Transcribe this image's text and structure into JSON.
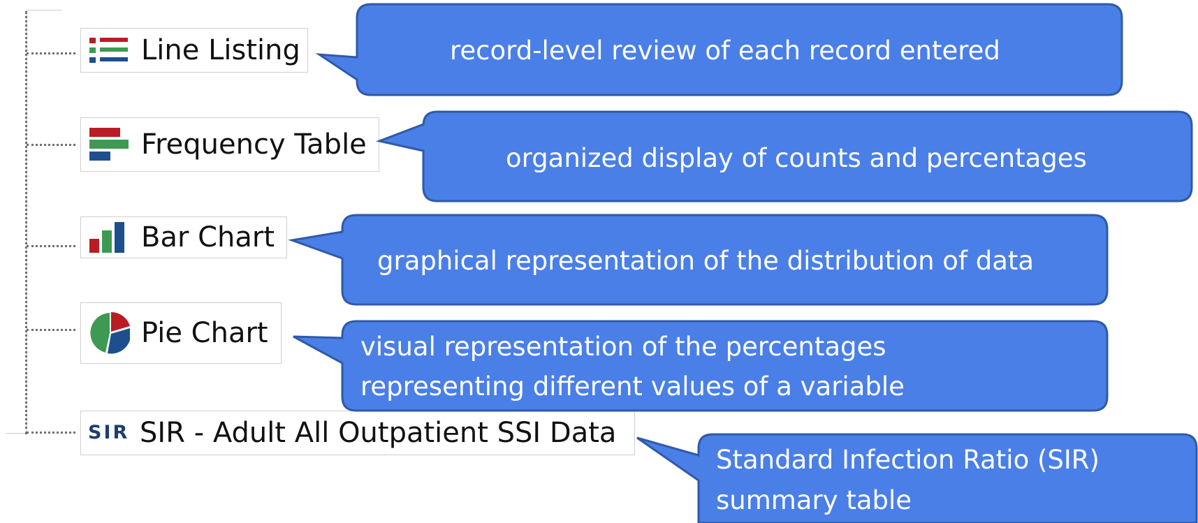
{
  "menu_items": [
    {
      "label": "Line Listing",
      "icon": "line-listing-icon"
    },
    {
      "label": "Frequency Table",
      "icon": "frequency-table-icon"
    },
    {
      "label": "Bar Chart",
      "icon": "bar-chart-icon"
    },
    {
      "label": "Pie Chart",
      "icon": "pie-chart-icon"
    },
    {
      "label": "SIR - Adult All Outpatient SSI Data",
      "icon": "sir-icon",
      "icon_text": "SIR"
    }
  ],
  "callouts": [
    {
      "text": "record-level review of each record entered"
    },
    {
      "text": "organized display of counts and percentages"
    },
    {
      "text": "graphical representation of the distribution of data"
    },
    {
      "line1": "visual representation of the percentages",
      "line2": "representing different values of a variable"
    },
    {
      "line1": "Standard Infection Ratio (SIR)",
      "line2": "summary table"
    }
  ],
  "colors": {
    "callout_fill": "#4a7fe7",
    "callout_border": "#2f5aa8",
    "callout_text": "#ffffff",
    "icon_red": "#b91c24",
    "icon_green": "#3e9a52",
    "icon_blue": "#1d4f8f",
    "sir_text": "#1d3f6e"
  }
}
